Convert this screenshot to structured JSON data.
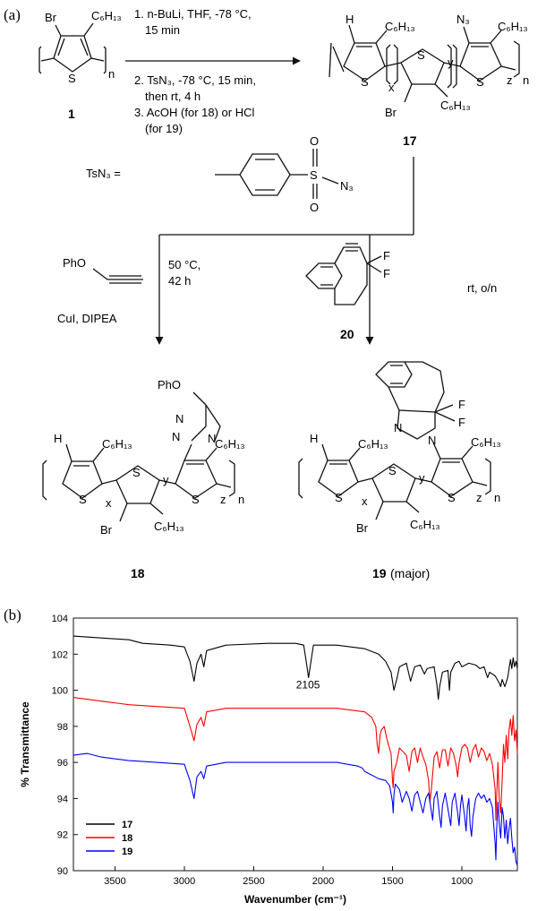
{
  "panel_a": {
    "label": "(a)",
    "compound_1": {
      "number": "1",
      "sub_br": "Br",
      "sub_hex": "C6H13",
      "ring_s": "S",
      "repeat": "n"
    },
    "conditions_top": {
      "step1": "1. n-BuLi, THF, -78 °C,",
      "step1b": "15 min",
      "step2": "2. TsN3, -78 °C, 15 min,",
      "step2b": "then rt, 4 h",
      "step3": "3. AcOH (for 18) or HCl",
      "step3b": "(for 19)",
      "tsn3_label": "TsN3 ="
    },
    "polymer_labels": {
      "x": "x",
      "y": "y",
      "z": "z",
      "n": "n",
      "h": "H",
      "br": "Br",
      "n3": "N3",
      "s": "S",
      "hex": "C6H13"
    },
    "compound_17": "17",
    "left_branch": {
      "reagent": "PhO",
      "cond1": "50 °C,",
      "cond2": "42 h",
      "cond3": "CuI, DIPEA"
    },
    "right_branch": {
      "cond": "rt, o/n",
      "compound": "20",
      "f": "F"
    },
    "compound_18": {
      "number": "18",
      "pho": "PhO",
      "nn": "N",
      "n": "N"
    },
    "compound_19": {
      "number": "19",
      "note": "(major)",
      "f": "F"
    }
  },
  "panel_b_label": "(b)",
  "chart_data": {
    "type": "line",
    "xlabel": "Wavenumber (cm⁻¹)",
    "ylabel": "% Transmittance",
    "xlim": [
      3800,
      600
    ],
    "ylim": [
      90,
      104
    ],
    "x_ticks": [
      3500,
      3000,
      2500,
      2000,
      1500,
      1000
    ],
    "y_ticks": [
      90,
      92,
      94,
      96,
      98,
      100,
      102,
      104
    ],
    "annotation": {
      "text": "2105",
      "x": 2105,
      "y": 100.1
    },
    "legend": {
      "placement": "bottom-left"
    },
    "series": [
      {
        "name": "17",
        "color": "#000000",
        "points": [
          [
            3800,
            103.0
          ],
          [
            3600,
            102.9
          ],
          [
            3400,
            102.8
          ],
          [
            3300,
            102.6
          ],
          [
            3100,
            102.5
          ],
          [
            3000,
            102.4
          ],
          [
            2960,
            101.6
          ],
          [
            2930,
            100.5
          ],
          [
            2910,
            101.5
          ],
          [
            2880,
            102.0
          ],
          [
            2860,
            101.3
          ],
          [
            2840,
            102.2
          ],
          [
            2700,
            102.5
          ],
          [
            2400,
            102.6
          ],
          [
            2200,
            102.6
          ],
          [
            2140,
            102.5
          ],
          [
            2120,
            101.5
          ],
          [
            2105,
            100.7
          ],
          [
            2090,
            101.5
          ],
          [
            2070,
            102.5
          ],
          [
            1900,
            102.5
          ],
          [
            1700,
            102.3
          ],
          [
            1600,
            102.0
          ],
          [
            1550,
            101.6
          ],
          [
            1510,
            101.0
          ],
          [
            1490,
            100.0
          ],
          [
            1470,
            100.6
          ],
          [
            1450,
            101.3
          ],
          [
            1400,
            101.5
          ],
          [
            1370,
            100.5
          ],
          [
            1340,
            101.3
          ],
          [
            1300,
            101.4
          ],
          [
            1270,
            100.9
          ],
          [
            1250,
            101.2
          ],
          [
            1200,
            101.3
          ],
          [
            1180,
            100.3
          ],
          [
            1170,
            99.5
          ],
          [
            1160,
            100.2
          ],
          [
            1140,
            101.0
          ],
          [
            1100,
            101.1
          ],
          [
            1090,
            100.0
          ],
          [
            1080,
            101.0
          ],
          [
            1050,
            101.5
          ],
          [
            1020,
            101.6
          ],
          [
            1000,
            101.3
          ],
          [
            950,
            101.5
          ],
          [
            900,
            101.4
          ],
          [
            870,
            101.2
          ],
          [
            840,
            101.3
          ],
          [
            815,
            100.7
          ],
          [
            800,
            101.0
          ],
          [
            760,
            100.8
          ],
          [
            730,
            100.4
          ],
          [
            720,
            100.2
          ],
          [
            710,
            100.6
          ],
          [
            690,
            100.2
          ],
          [
            670,
            100.7
          ],
          [
            650,
            101.7
          ],
          [
            640,
            101.2
          ],
          [
            630,
            101.8
          ],
          [
            620,
            101.3
          ],
          [
            610,
            101.6
          ],
          [
            600,
            101.2
          ]
        ]
      },
      {
        "name": "18",
        "color": "#ff0000",
        "points": [
          [
            3800,
            99.6
          ],
          [
            3600,
            99.4
          ],
          [
            3400,
            99.2
          ],
          [
            3200,
            99.1
          ],
          [
            3000,
            99.0
          ],
          [
            2960,
            98.0
          ],
          [
            2930,
            97.2
          ],
          [
            2910,
            98.1
          ],
          [
            2880,
            98.5
          ],
          [
            2860,
            98.0
          ],
          [
            2840,
            98.8
          ],
          [
            2700,
            99.0
          ],
          [
            2400,
            99.0
          ],
          [
            2100,
            99.0
          ],
          [
            1900,
            99.0
          ],
          [
            1700,
            98.8
          ],
          [
            1650,
            98.5
          ],
          [
            1620,
            98.0
          ],
          [
            1610,
            97.0
          ],
          [
            1600,
            96.5
          ],
          [
            1590,
            97.5
          ],
          [
            1580,
            97.8
          ],
          [
            1560,
            98.0
          ],
          [
            1540,
            97.3
          ],
          [
            1530,
            97.0
          ],
          [
            1510,
            96.5
          ],
          [
            1500,
            95.0
          ],
          [
            1495,
            94.6
          ],
          [
            1490,
            95.5
          ],
          [
            1470,
            96.0
          ],
          [
            1450,
            96.8
          ],
          [
            1400,
            96.4
          ],
          [
            1380,
            95.5
          ],
          [
            1360,
            96.6
          ],
          [
            1340,
            96.8
          ],
          [
            1320,
            96.0
          ],
          [
            1300,
            96.8
          ],
          [
            1280,
            96.3
          ],
          [
            1260,
            95.9
          ],
          [
            1240,
            95.0
          ],
          [
            1230,
            93.8
          ],
          [
            1220,
            94.5
          ],
          [
            1200,
            96.3
          ],
          [
            1180,
            96.6
          ],
          [
            1160,
            95.7
          ],
          [
            1140,
            96.7
          ],
          [
            1120,
            96.7
          ],
          [
            1100,
            95.8
          ],
          [
            1080,
            96.8
          ],
          [
            1060,
            96.5
          ],
          [
            1040,
            95.8
          ],
          [
            1030,
            95.2
          ],
          [
            1020,
            96.0
          ],
          [
            1000,
            96.8
          ],
          [
            980,
            97.0
          ],
          [
            960,
            96.8
          ],
          [
            940,
            96.0
          ],
          [
            920,
            96.7
          ],
          [
            900,
            97.0
          ],
          [
            880,
            96.3
          ],
          [
            860,
            96.8
          ],
          [
            840,
            96.6
          ],
          [
            820,
            96.1
          ],
          [
            800,
            96.5
          ],
          [
            780,
            95.9
          ],
          [
            760,
            94.5
          ],
          [
            755,
            92.8
          ],
          [
            750,
            94.0
          ],
          [
            740,
            96.0
          ],
          [
            730,
            94.0
          ],
          [
            720,
            93.2
          ],
          [
            710,
            95.0
          ],
          [
            700,
            97.0
          ],
          [
            690,
            96.0
          ],
          [
            680,
            97.5
          ],
          [
            670,
            96.2
          ],
          [
            660,
            97.8
          ],
          [
            650,
            98.4
          ],
          [
            640,
            97.5
          ],
          [
            630,
            98.6
          ],
          [
            620,
            97.2
          ],
          [
            610,
            97.8
          ],
          [
            600,
            96.5
          ]
        ]
      },
      {
        "name": "19",
        "color": "#0000ff",
        "points": [
          [
            3800,
            96.4
          ],
          [
            3700,
            96.5
          ],
          [
            3600,
            96.3
          ],
          [
            3400,
            96.1
          ],
          [
            3200,
            96.0
          ],
          [
            3000,
            95.9
          ],
          [
            2960,
            95.0
          ],
          [
            2930,
            94.0
          ],
          [
            2910,
            95.2
          ],
          [
            2880,
            95.5
          ],
          [
            2860,
            95.1
          ],
          [
            2840,
            95.8
          ],
          [
            2700,
            96.0
          ],
          [
            2400,
            96.0
          ],
          [
            2100,
            96.0
          ],
          [
            1900,
            96.0
          ],
          [
            1750,
            95.8
          ],
          [
            1720,
            95.7
          ],
          [
            1700,
            95.5
          ],
          [
            1650,
            95.3
          ],
          [
            1600,
            95.1
          ],
          [
            1550,
            95.0
          ],
          [
            1520,
            94.7
          ],
          [
            1500,
            93.8
          ],
          [
            1495,
            93.2
          ],
          [
            1490,
            94.2
          ],
          [
            1480,
            94.8
          ],
          [
            1450,
            94.5
          ],
          [
            1430,
            93.8
          ],
          [
            1400,
            94.4
          ],
          [
            1380,
            94.0
          ],
          [
            1360,
            93.3
          ],
          [
            1340,
            94.2
          ],
          [
            1320,
            94.4
          ],
          [
            1300,
            93.8
          ],
          [
            1280,
            93.2
          ],
          [
            1260,
            94.0
          ],
          [
            1240,
            94.3
          ],
          [
            1220,
            93.3
          ],
          [
            1210,
            92.8
          ],
          [
            1200,
            94.0
          ],
          [
            1180,
            94.4
          ],
          [
            1160,
            93.0
          ],
          [
            1150,
            92.4
          ],
          [
            1140,
            93.6
          ],
          [
            1120,
            94.3
          ],
          [
            1100,
            93.4
          ],
          [
            1080,
            92.5
          ],
          [
            1070,
            93.8
          ],
          [
            1050,
            94.3
          ],
          [
            1030,
            93.2
          ],
          [
            1020,
            92.5
          ],
          [
            1010,
            93.6
          ],
          [
            1000,
            94.2
          ],
          [
            980,
            93.0
          ],
          [
            970,
            92.2
          ],
          [
            960,
            93.5
          ],
          [
            950,
            94.0
          ],
          [
            940,
            92.5
          ],
          [
            930,
            91.9
          ],
          [
            920,
            93.0
          ],
          [
            900,
            94.0
          ],
          [
            880,
            94.3
          ],
          [
            860,
            94.0
          ],
          [
            840,
            94.2
          ],
          [
            820,
            93.8
          ],
          [
            800,
            94.0
          ],
          [
            780,
            93.5
          ],
          [
            760,
            91.5
          ],
          [
            755,
            90.6
          ],
          [
            750,
            92.2
          ],
          [
            740,
            93.8
          ],
          [
            730,
            92.6
          ],
          [
            720,
            91.8
          ],
          [
            710,
            93.5
          ],
          [
            700,
            93.0
          ],
          [
            690,
            91.8
          ],
          [
            680,
            92.8
          ],
          [
            670,
            91.5
          ],
          [
            660,
            92.3
          ],
          [
            650,
            92.9
          ],
          [
            640,
            91.8
          ],
          [
            630,
            91.0
          ],
          [
            620,
            91.3
          ],
          [
            610,
            90.5
          ],
          [
            600,
            90.3
          ]
        ]
      }
    ]
  }
}
